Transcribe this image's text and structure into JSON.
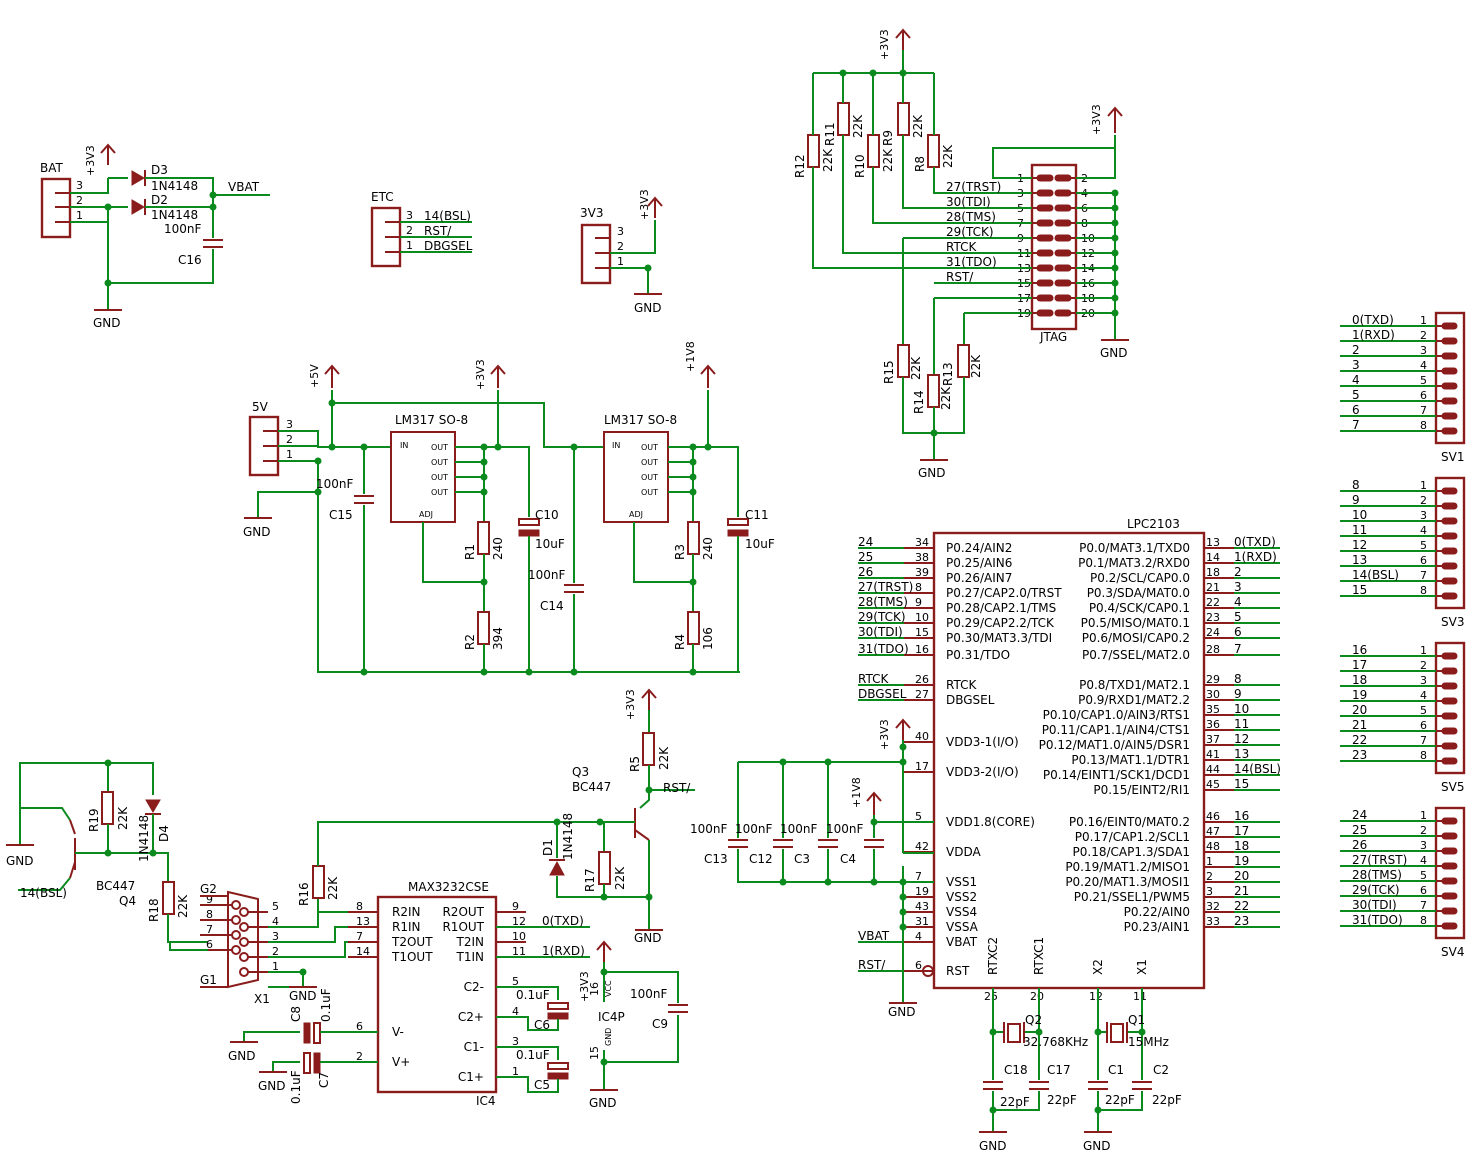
{
  "colors": {
    "wire": "#0b8a1e",
    "part": "#8a1c1c",
    "text": "#000000"
  },
  "bat": {
    "name": "BAT",
    "pins": [
      "3",
      "2",
      "1"
    ],
    "d3": "D3",
    "d3_val": "1N4148",
    "d2": "D2",
    "d2_val": "1N4148",
    "vbat": "VBAT",
    "c16": "C16",
    "c16_val": "100nF",
    "supply": "+3V3",
    "gnd": "GND"
  },
  "etc": {
    "name": "ETC",
    "pins": [
      "3",
      "2",
      "1"
    ],
    "nets": [
      "14(BSL)",
      "RST/",
      "DBGSEL"
    ]
  },
  "con3v3": {
    "name": "3V3",
    "pins": [
      "3",
      "2",
      "1"
    ],
    "supply": "+3V3",
    "gnd": "GND"
  },
  "jtag": {
    "name": "JTAG",
    "supply": "+3V3",
    "gnd": "GND",
    "left_pins": [
      "1",
      "3",
      "5",
      "7",
      "9",
      "11",
      "13",
      "15",
      "17",
      "19"
    ],
    "right_pins": [
      "2",
      "4",
      "6",
      "8",
      "10",
      "12",
      "14",
      "16",
      "18",
      "20"
    ],
    "nets": [
      "27(TRST)",
      "30(TDI)",
      "28(TMS)",
      "29(TCK)",
      "RTCK",
      "31(TDO)",
      "RST/"
    ],
    "pullups": [
      {
        "name": "R12",
        "val": "22K"
      },
      {
        "name": "R11",
        "val": "22K"
      },
      {
        "name": "R10",
        "val": "22K"
      },
      {
        "name": "R9",
        "val": "22K"
      },
      {
        "name": "R8",
        "val": "22K"
      }
    ],
    "pulldowns": [
      {
        "name": "R15",
        "val": "22K"
      },
      {
        "name": "R14",
        "val": "22K"
      },
      {
        "name": "R13",
        "val": "22K"
      }
    ]
  },
  "power": {
    "con5v": {
      "name": "5V",
      "pins": [
        "3",
        "2",
        "1"
      ]
    },
    "supply5v": "+5V",
    "supply3v3": "+3V3",
    "supply1v8": "+1V8",
    "gnd": "GND",
    "reg1": {
      "name": "LM317 SO-8",
      "in": "IN",
      "out": "OUT",
      "adj": "ADJ"
    },
    "reg2": {
      "name": "LM317 SO-8",
      "in": "IN",
      "out": "OUT",
      "adj": "ADJ"
    },
    "c15": "C15",
    "c15_val": "100nF",
    "r1": "R1",
    "r1_val": "240",
    "r2": "R2",
    "r2_val": "394",
    "c10": "C10",
    "c10_val": "10uF",
    "c14": "C14",
    "c14_val": "100nF",
    "r3": "R3",
    "r3_val": "240",
    "r4": "R4",
    "r4_val": "106",
    "c11": "C11",
    "c11_val": "10uF"
  },
  "mcu": {
    "name": "LPC2103",
    "left_pins": [
      {
        "num": "34",
        "label": "P0.24/AIN2",
        "net": "24"
      },
      {
        "num": "38",
        "label": "P0.25/AIN6",
        "net": "25"
      },
      {
        "num": "39",
        "label": "P0.26/AIN7",
        "net": "26"
      },
      {
        "num": "8",
        "label": "P0.27/CAP2.0/TRST",
        "net": "27(TRST)"
      },
      {
        "num": "9",
        "label": "P0.28/CAP2.1/TMS",
        "net": "28(TMS)"
      },
      {
        "num": "10",
        "label": "P0.29/CAP2.2/TCK",
        "net": "29(TCK)"
      },
      {
        "num": "15",
        "label": "P0.30/MAT3.3/TDI",
        "net": "30(TDI)"
      },
      {
        "num": "16",
        "label": "P0.31/TDO",
        "net": "31(TDO)"
      },
      {
        "num": "26",
        "label": "RTCK",
        "net": "RTCK"
      },
      {
        "num": "27",
        "label": "DBGSEL",
        "net": "DBGSEL"
      },
      {
        "num": "40",
        "label": "VDD3-1(I/O)",
        "net": ""
      },
      {
        "num": "17",
        "label": "VDD3-2(I/O)",
        "net": ""
      },
      {
        "num": "5",
        "label": "VDD1.8(CORE)",
        "net": ""
      },
      {
        "num": "42",
        "label": "VDDA",
        "net": ""
      },
      {
        "num": "7",
        "label": "VSS1",
        "net": ""
      },
      {
        "num": "19",
        "label": "VSS2",
        "net": ""
      },
      {
        "num": "43",
        "label": "VSS4",
        "net": ""
      },
      {
        "num": "31",
        "label": "VSSA",
        "net": ""
      },
      {
        "num": "4",
        "label": "VBAT",
        "net": "VBAT"
      },
      {
        "num": "6",
        "label": "RST",
        "net": "RST/"
      }
    ],
    "right_pins": [
      {
        "num": "13",
        "label": "P0.0/MAT3.1/TXD0",
        "net": "0(TXD)"
      },
      {
        "num": "14",
        "label": "P0.1/MAT3.2/RXD0",
        "net": "1(RXD)"
      },
      {
        "num": "18",
        "label": "P0.2/SCL/CAP0.0",
        "net": "2"
      },
      {
        "num": "21",
        "label": "P0.3/SDA/MAT0.0",
        "net": "3"
      },
      {
        "num": "22",
        "label": "P0.4/SCK/CAP0.1",
        "net": "4"
      },
      {
        "num": "23",
        "label": "P0.5/MISO/MAT0.1",
        "net": "5"
      },
      {
        "num": "24",
        "label": "P0.6/MOSI/CAP0.2",
        "net": "6"
      },
      {
        "num": "28",
        "label": "P0.7/SSEL/MAT2.0",
        "net": "7"
      },
      {
        "num": "29",
        "label": "P0.8/TXD1/MAT2.1",
        "net": "8"
      },
      {
        "num": "30",
        "label": "P0.9/RXD1/MAT2.2",
        "net": "9"
      },
      {
        "num": "35",
        "label": "P0.10/CAP1.0/AIN3/RTS1",
        "net": "10"
      },
      {
        "num": "36",
        "label": "P0.11/CAP1.1/AIN4/CTS1",
        "net": "11"
      },
      {
        "num": "37",
        "label": "P0.12/MAT1.0/AIN5/DSR1",
        "net": "12"
      },
      {
        "num": "41",
        "label": "P0.13/MAT1.1/DTR1",
        "net": "13"
      },
      {
        "num": "44",
        "label": "P0.14/EINT1/SCK1/DCD1",
        "net": "14(BSL)"
      },
      {
        "num": "45",
        "label": "P0.15/EINT2/RI1",
        "net": "15"
      },
      {
        "num": "46",
        "label": "P0.16/EINT0/MAT0.2",
        "net": "16"
      },
      {
        "num": "47",
        "label": "P0.17/CAP1.2/SCL1",
        "net": "17"
      },
      {
        "num": "48",
        "label": "P0.18/CAP1.3/SDA1",
        "net": "18"
      },
      {
        "num": "1",
        "label": "P0.19/MAT1.2/MISO1",
        "net": "19"
      },
      {
        "num": "2",
        "label": "P0.20/MAT1.3/MOSI1",
        "net": "20"
      },
      {
        "num": "3",
        "label": "P0.21/SSEL1/PWM5",
        "net": "21"
      },
      {
        "num": "32",
        "label": "P0.22/AIN0",
        "net": "22"
      },
      {
        "num": "33",
        "label": "P0.23/AIN1",
        "net": "23"
      }
    ],
    "bottom_pins": [
      {
        "num": "25",
        "label": "RTXC2"
      },
      {
        "num": "20",
        "label": "RTXC1"
      },
      {
        "num": "12",
        "label": "X2"
      },
      {
        "num": "11",
        "label": "X1"
      }
    ],
    "supply3v3": "+3V3",
    "supply1v8": "+1V8",
    "gnd": "GND",
    "decoupling": [
      {
        "name": "C13",
        "val": "100nF"
      },
      {
        "name": "C12",
        "val": "100nF"
      },
      {
        "name": "C3",
        "val": "100nF"
      },
      {
        "name": "C4",
        "val": "100nF"
      }
    ],
    "q2": "Q2",
    "q2_val": "32.768KHz",
    "c18": "C18",
    "c18_val": "22pF",
    "c17": "C17",
    "c17_val": "22pF",
    "q1": "Q1",
    "q1_val": "15MHz",
    "c1": "C1",
    "c1_val": "22pF",
    "c2": "C2",
    "c2_val": "22pF"
  },
  "headers": [
    {
      "name": "SV1",
      "nets": [
        "0(TXD)",
        "1(RXD)",
        "2",
        "3",
        "4",
        "5",
        "6",
        "7"
      ]
    },
    {
      "name": "SV3",
      "nets": [
        "8",
        "9",
        "10",
        "11",
        "12",
        "13",
        "14(BSL)",
        "15"
      ]
    },
    {
      "name": "SV5",
      "nets": [
        "16",
        "17",
        "18",
        "19",
        "20",
        "21",
        "22",
        "23"
      ]
    },
    {
      "name": "SV4",
      "nets": [
        "24",
        "25",
        "26",
        "27(TRST)",
        "28(TMS)",
        "29(TCK)",
        "30(TDI)",
        "31(TDO)"
      ]
    }
  ],
  "header_pins": [
    "1",
    "2",
    "3",
    "4",
    "5",
    "6",
    "7",
    "8"
  ],
  "rs232": {
    "q4": "Q4",
    "q4_val": "BC447",
    "r19": "R19",
    "r19_val": "22K",
    "d4": "D4",
    "d4_val": "1N4148",
    "r18": "R18",
    "r18_val": "22K",
    "bsl_net": "14(BSL)",
    "gnd": "GND",
    "x1": "X1",
    "x1_pins": [
      "9",
      "8",
      "7",
      "6",
      "5",
      "4",
      "3",
      "2",
      "1"
    ],
    "g1": "G1",
    "g2": "G2",
    "r16": "R16",
    "r16_val": "22K",
    "ic4": "MAX3232CSE",
    "ic4_ref": "IC4",
    "ic4_left": [
      {
        "num": "8",
        "label": "R2IN"
      },
      {
        "num": "13",
        "label": "R1IN"
      },
      {
        "num": "7",
        "label": "T2OUT"
      },
      {
        "num": "14",
        "label": "T1OUT"
      },
      {
        "num": "6",
        "label": "V-"
      },
      {
        "num": "2",
        "label": "V+"
      }
    ],
    "ic4_right": [
      {
        "num": "9",
        "label": "R2OUT"
      },
      {
        "num": "12",
        "label": "R1OUT"
      },
      {
        "num": "10",
        "label": "T2IN"
      },
      {
        "num": "11",
        "label": "T1IN"
      },
      {
        "num": "5",
        "label": "C2-"
      },
      {
        "num": "4",
        "label": "C2+"
      },
      {
        "num": "3",
        "label": "C1-"
      },
      {
        "num": "1",
        "label": "C1+"
      }
    ],
    "txd_net": "0(TXD)",
    "rxd_net": "1(RXD)",
    "c8": "C8",
    "c8_val": "0.1uF",
    "c7": "C7",
    "c7_val": "0.1uF",
    "c6": "C6",
    "c6_val": "0.1uF",
    "c5": "C5",
    "c5_val": "0.1uF",
    "q3": "Q3",
    "q3_val": "BC447",
    "r5": "R5",
    "r5_val": "22K",
    "rst_net": "RST/",
    "d1": "D1",
    "d1_val": "1N4148",
    "r17": "R17",
    "r17_val": "22K",
    "ic4p": "IC4P",
    "vcc": "VCC",
    "gndpin": "GND",
    "p16": "16",
    "p15": "15",
    "c9": "C9",
    "c9_val": "100nF",
    "supply3v3": "+3V3"
  }
}
